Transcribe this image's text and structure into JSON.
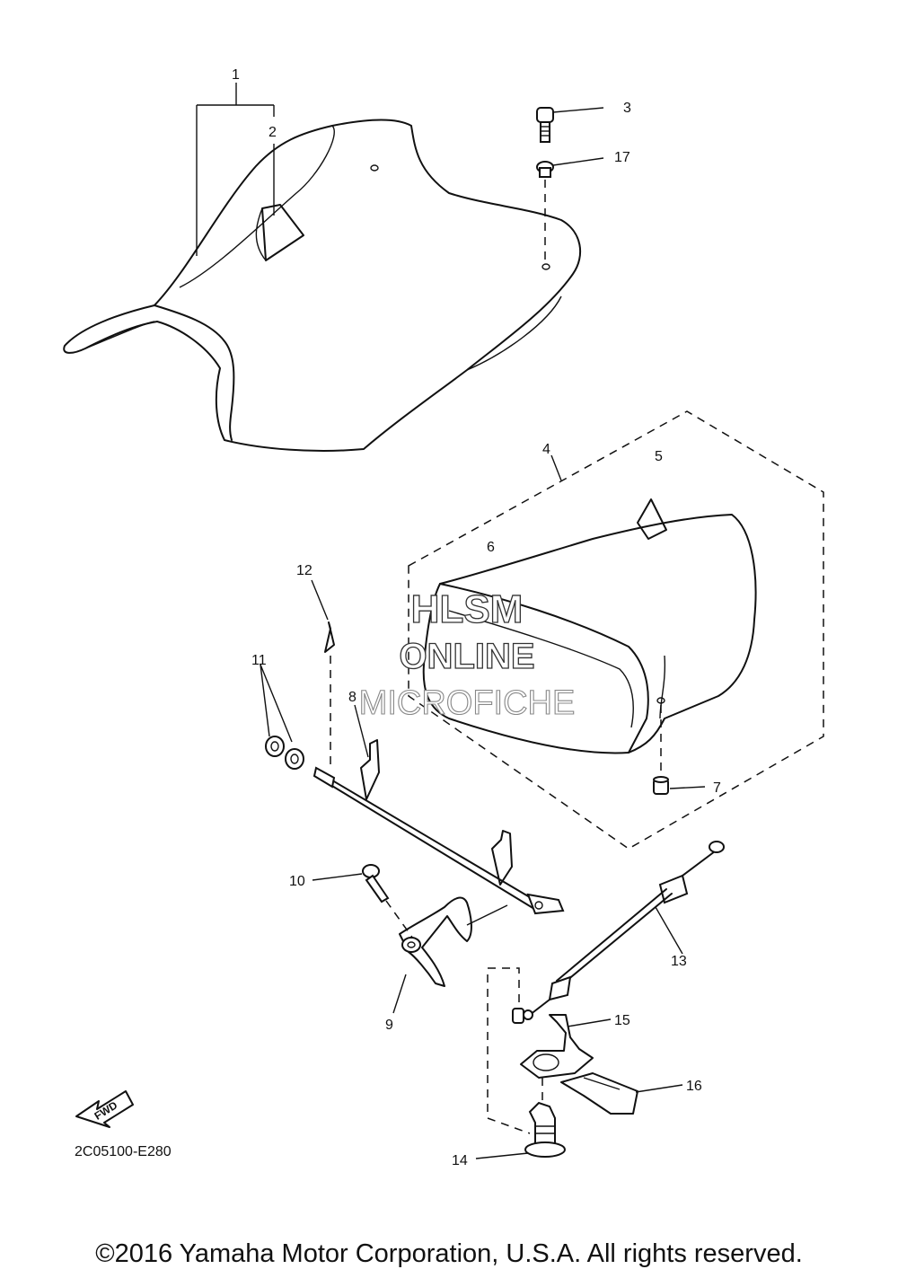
{
  "diagram_code": "2C05100-E280",
  "fwd_label": "FWD",
  "watermark": [
    "HLSM",
    "ONLINE",
    "MICROFICHE"
  ],
  "copyright": "©2016 Yamaha Motor Corporation, U.S.A. All rights reserved.",
  "callouts": {
    "c1": "1",
    "c2": "2",
    "c3": "3",
    "c4": "4",
    "c5": "5",
    "c6": "6",
    "c7": "7",
    "c8": "8",
    "c9": "9",
    "c10": "10",
    "c11": "11",
    "c12": "12",
    "c13": "13",
    "c14": "14",
    "c15": "15",
    "c16": "16",
    "c17": "17"
  }
}
